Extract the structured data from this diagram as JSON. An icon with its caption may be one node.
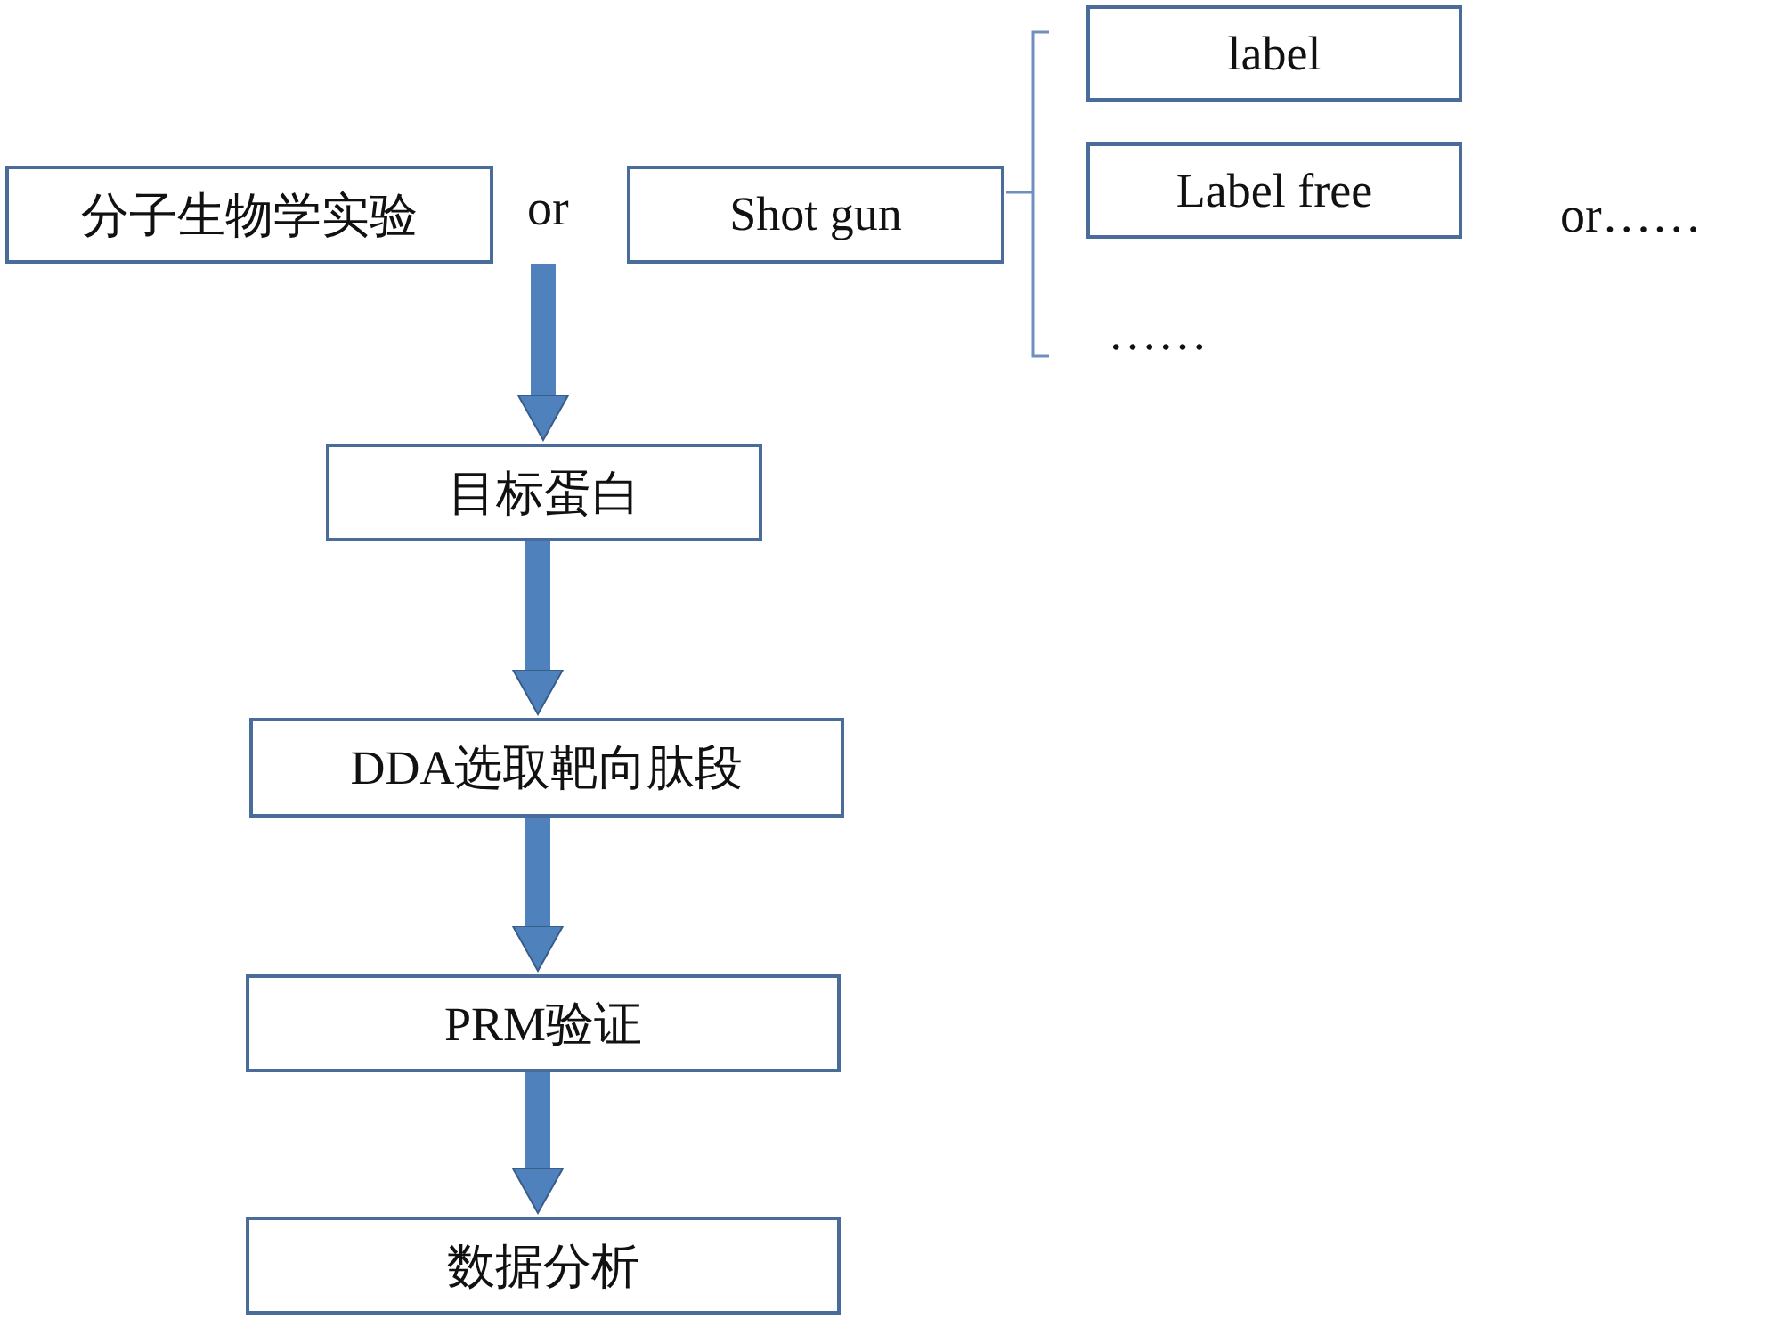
{
  "diagram": {
    "nodes": [
      {
        "text": [
          "分子生物学实验"
        ]
      },
      {
        "text": [
          "Shot gun"
        ]
      },
      {
        "text": [
          "label"
        ]
      },
      {
        "text": [
          "Label free"
        ]
      },
      {
        "text": [
          "目标蛋白"
        ]
      },
      {
        "text": [
          "DDA选取靶向肽段"
        ]
      },
      {
        "text": [
          "PRM验证"
        ]
      },
      {
        "text": [
          "数据分析"
        ]
      }
    ],
    "edges": [
      {
        "from": 0,
        "to": 4,
        "arrow": "to"
      },
      {
        "from": 4,
        "to": 5,
        "arrow": "to"
      },
      {
        "from": 5,
        "to": 6,
        "arrow": "to"
      },
      {
        "from": 6,
        "to": 7,
        "arrow": "to"
      }
    ],
    "labels": [
      "or",
      "or……",
      "……"
    ]
  }
}
